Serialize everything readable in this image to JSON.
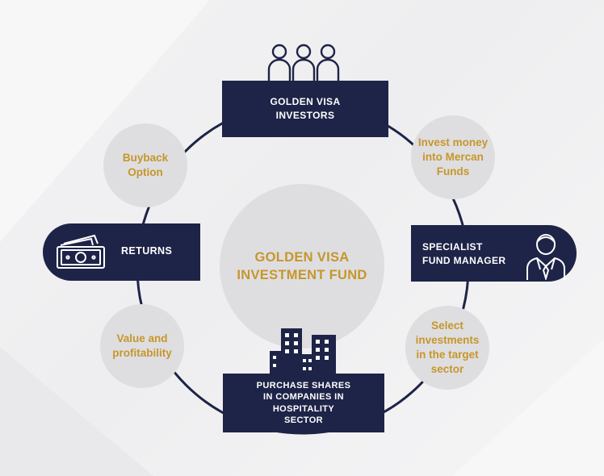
{
  "diagram": {
    "center": {
      "line1": "GOLDEN VISA",
      "line2": "INVESTMENT FUND"
    },
    "boxes": {
      "top": "GOLDEN VISA\nINVESTORS",
      "right": "SPECIALIST\nFUND MANAGER",
      "bottom": "PURCHASE SHARES\nIN COMPANIES IN\nHOSPITALITY\nSECTOR",
      "left": "RETURNS"
    },
    "steps": {
      "invest": "Invest money\ninto Mercan\nFunds",
      "select": "Select\ninvestments\nin the target\nsector",
      "value": "Value and\nprofitability",
      "buyback": "Buyback\nOption"
    },
    "colors": {
      "navy": "#1e2447",
      "gold": "#c7962a",
      "circle": "#dedee1",
      "line": "#1e2447"
    },
    "icons": {
      "top": "investors-group-icon",
      "right": "fund-manager-icon",
      "bottom": "buildings-icon",
      "left": "cash-icon"
    }
  }
}
